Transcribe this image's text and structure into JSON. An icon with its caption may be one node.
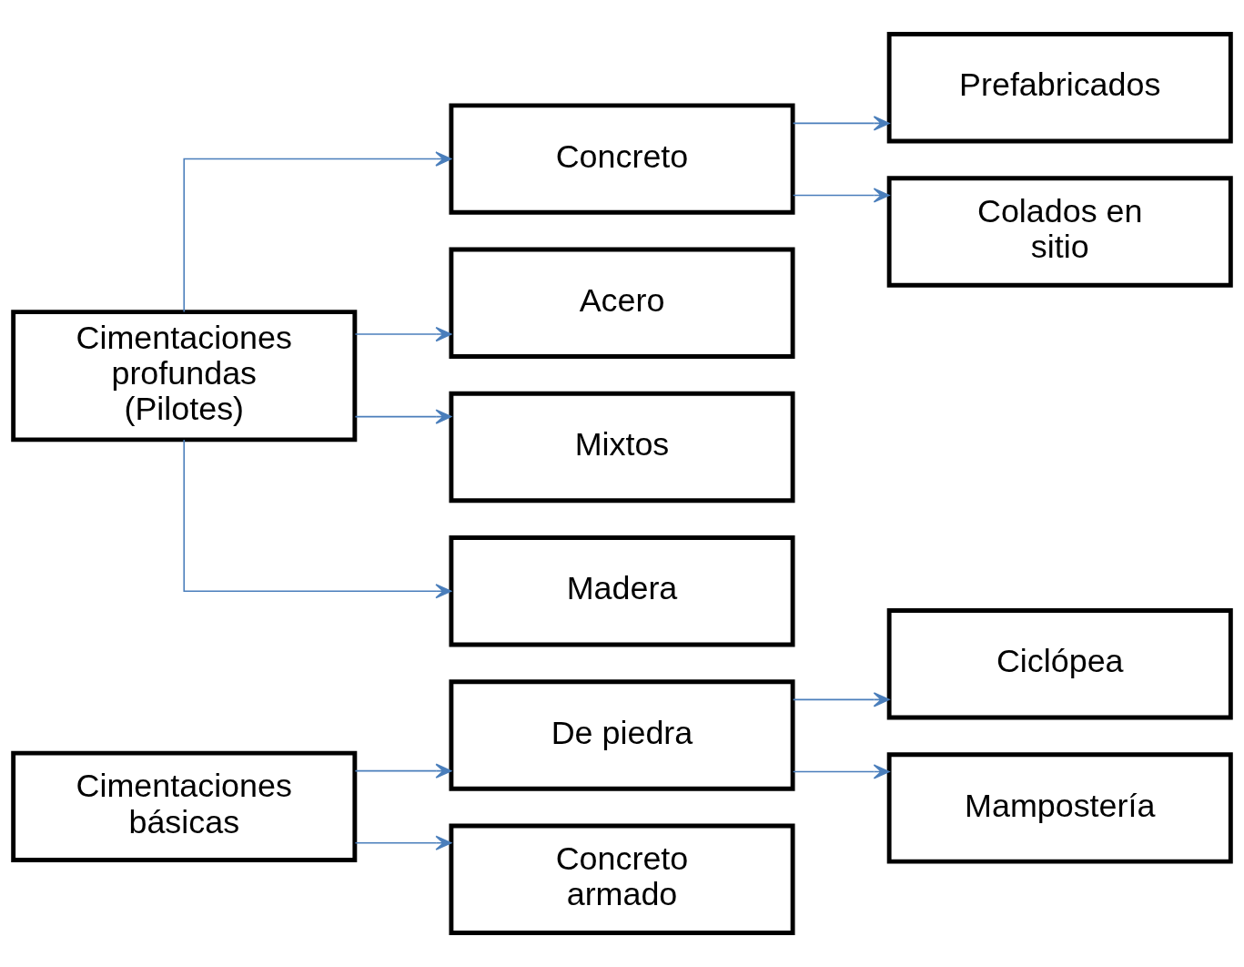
{
  "diagram": {
    "nodes": [
      {
        "text": [
          "Cimentaciones básicas"
        ]
      },
      {
        "text": [
          "De piedra"
        ]
      },
      {
        "text": [
          "Concreto armado"
        ]
      },
      {
        "text": [
          "Ciclópea"
        ]
      },
      {
        "text": [
          "Mampostería"
        ]
      },
      {
        "text": [
          "Cimentaciones profundas (Pilotes)"
        ]
      },
      {
        "text": [
          "Concreto"
        ]
      },
      {
        "text": [
          "Acero"
        ]
      },
      {
        "text": [
          "Mixtos"
        ]
      },
      {
        "text": [
          "Madera"
        ]
      },
      {
        "text": [
          "Prefabricados"
        ]
      },
      {
        "text": [
          "Colados en sitio"
        ]
      }
    ],
    "edges": [
      {
        "from": 0,
        "to": 1,
        "arrow": "to",
        "color": "#4a7ebb"
      },
      {
        "from": 0,
        "to": 2,
        "arrow": "to",
        "color": "#4a7ebb"
      },
      {
        "from": 1,
        "to": 3,
        "arrow": "to",
        "color": "#4a7ebb"
      },
      {
        "from": 1,
        "to": 4,
        "arrow": "to",
        "color": "#4a7ebb"
      },
      {
        "from": 5,
        "to": 6,
        "arrow": "to",
        "color": "#4a7ebb"
      },
      {
        "from": 5,
        "to": 7,
        "arrow": "to",
        "color": "#4a7ebb"
      },
      {
        "from": 5,
        "to": 8,
        "arrow": "to",
        "color": "#4a7ebb"
      },
      {
        "from": 5,
        "to": 9,
        "arrow": "to",
        "color": "#4a7ebb"
      },
      {
        "from": 6,
        "to": 10,
        "arrow": "to",
        "color": "#4a7ebb"
      },
      {
        "from": 6,
        "to": 11,
        "arrow": "to",
        "color": "#4a7ebb"
      }
    ]
  }
}
